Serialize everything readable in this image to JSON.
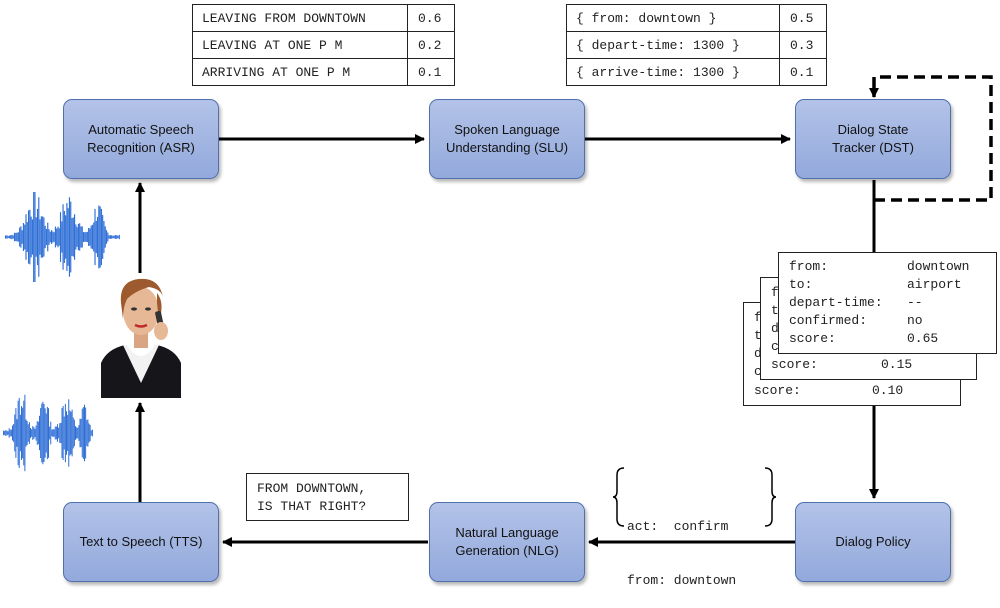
{
  "nodes": {
    "asr": "Automatic Speech\nRecognition (ASR)",
    "slu": "Spoken Language\nUnderstanding (SLU)",
    "dst": "Dialog State\nTracker (DST)",
    "policy": "Dialog Policy",
    "nlg": "Natural Language\nGeneration (NLG)",
    "tts": "Text to Speech (TTS)"
  },
  "asr_nbest": [
    {
      "text": "LEAVING FROM DOWNTOWN",
      "score": "0.6"
    },
    {
      "text": "LEAVING AT ONE P M",
      "score": "0.2"
    },
    {
      "text": "ARRIVING AT ONE P M",
      "score": "0.1"
    }
  ],
  "slu_nbest": [
    {
      "text": "{ from: downtown }",
      "score": "0.5"
    },
    {
      "text": "{ depart-time: 1300 }",
      "score": "0.3"
    },
    {
      "text": "{ arrive-time: 1300 }",
      "score": "0.1"
    }
  ],
  "dialog_states": {
    "top": {
      "rows": [
        {
          "key": "from:",
          "value": "downtown"
        },
        {
          "key": "to:",
          "value": "airport"
        },
        {
          "key": "depart-time:",
          "value": "--"
        },
        {
          "key": "confirmed:",
          "value": "no"
        },
        {
          "key": "score:",
          "value": "0.65"
        }
      ]
    },
    "middle": {
      "partial_letters": [
        "f",
        "t",
        "d",
        "c"
      ],
      "score_key": "score:",
      "score_value": "0.15"
    },
    "back": {
      "partial_letters": [
        "f",
        "t",
        "d",
        "c"
      ],
      "score_key": "score:",
      "score_value": "0.10"
    }
  },
  "policy_action": {
    "line1": "act:  confirm",
    "line2": "from: downtown"
  },
  "nlg_output": "FROM DOWNTOWN,\nIS THAT RIGHT?"
}
